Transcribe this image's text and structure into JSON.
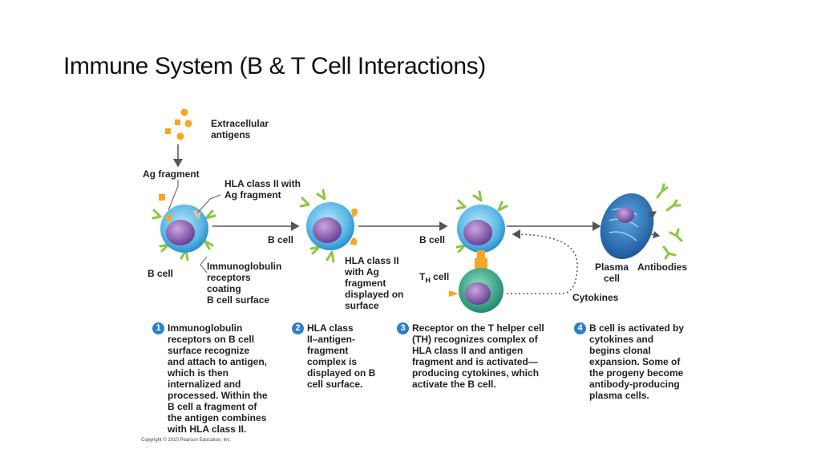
{
  "title": "Immune System (B & T Cell Interactions)",
  "labels": {
    "extracellular_antigens": "Extracellular\nantigens",
    "ag_fragment": "Ag fragment",
    "hla_class_ii_with_ag_fragment": "HLA class II with\nAg fragment",
    "b_cell_1": "B cell",
    "immunoglobulin_receptors": "Immunoglobulin\nreceptors\ncoating\nB cell surface",
    "b_cell_2": "B cell",
    "hla_displayed": "HLA class II\nwith Ag\nfragment\ndisplayed on\nsurface",
    "b_cell_3": "B cell",
    "th_cell_prefix": "T",
    "th_cell_sub": "H",
    "th_cell_suffix": " cell",
    "cytokines": "Cytokines",
    "plasma_cell": "Plasma\ncell",
    "antibodies": "Antibodies"
  },
  "steps": [
    {
      "number": "1",
      "text": "Immunoglobulin\nreceptors on B cell\nsurface recognize\nand attach to antigen,\nwhich is then\ninternalized and\nprocessed. Within the\nB cell a fragment of\nthe antigen combines\nwith HLA class II."
    },
    {
      "number": "2",
      "text": "HLA class\nII–antigen-\nfragment\ncomplex is\ndisplayed on B\ncell surface."
    },
    {
      "number": "3",
      "text": "Receptor on the T helper cell\n(TH) recognizes complex of\nHLA class II and antigen\nfragment and is activated—\nproducing cytokines, which\nactivate the B cell."
    },
    {
      "number": "4",
      "text": "B cell is activated by\ncytokines and\nbegins clonal\nexpansion. Some of\nthe progeny become\nantibody-producing\nplasma cells."
    }
  ],
  "copyright": "Copyright © 2010 Pearson Education, Inc.",
  "colors": {
    "cell_membrane": "#3fa9e0",
    "cell_inner": "#7ccdf0",
    "nucleus": "#8a5fb0",
    "receptor": "#8cc63f",
    "antigen": "#f5a623",
    "th_cell": "#2fa88a",
    "step_badge": "#2d7fc4",
    "plasma_cell": "#2a6fb5"
  }
}
